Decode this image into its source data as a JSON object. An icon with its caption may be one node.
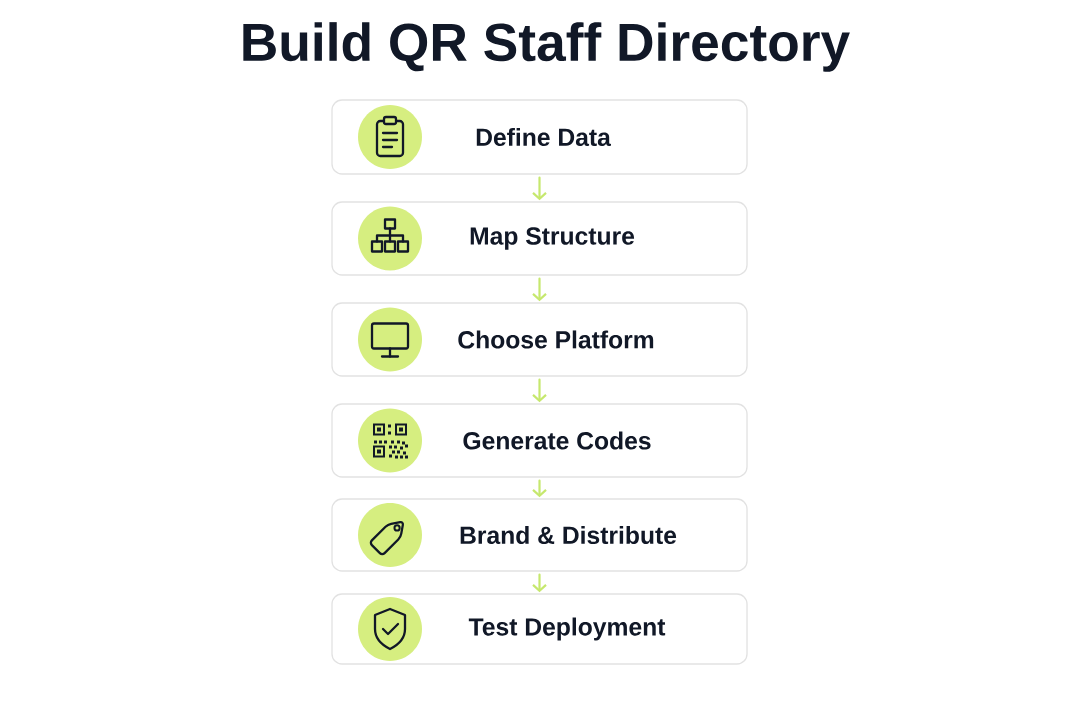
{
  "diagram": {
    "title": "Build QR Staff Directory",
    "nodes": [
      {
        "text": [
          "Define Data"
        ]
      },
      {
        "text": [
          "Map Structure"
        ]
      },
      {
        "text": [
          "Choose Platform"
        ]
      },
      {
        "text": [
          "Generate Codes"
        ]
      },
      {
        "text": [
          "Brand & Distribute"
        ]
      },
      {
        "text": [
          "Test Deployment"
        ]
      }
    ],
    "edges": [
      {
        "from": 0,
        "to": 1,
        "arrow": "to"
      },
      {
        "from": 1,
        "to": 2,
        "arrow": "to"
      },
      {
        "from": 2,
        "to": 3,
        "arrow": "to"
      },
      {
        "from": 3,
        "to": 4,
        "arrow": "to"
      },
      {
        "from": 4,
        "to": 5,
        "arrow": "to"
      }
    ]
  }
}
